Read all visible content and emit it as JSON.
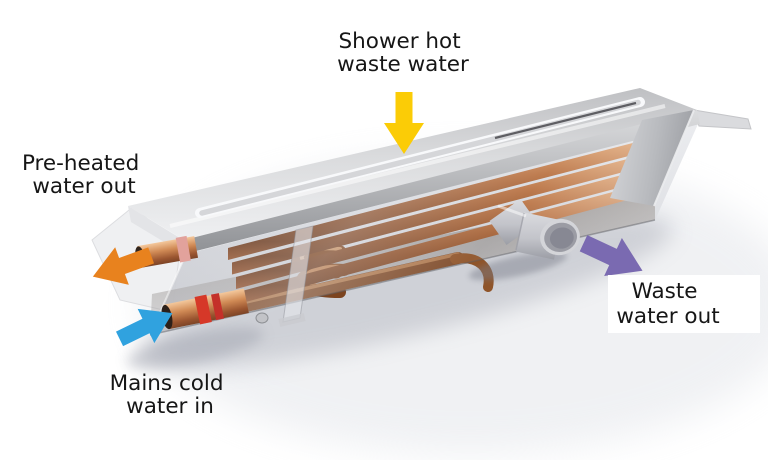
{
  "diagram": {
    "background_color": "#ffffff",
    "labels": {
      "hot_waste": {
        "line1": "Shower hot",
        "line2": "waste water"
      },
      "preheated": {
        "line1": "Pre-heated",
        "line2": "water out"
      },
      "cold_in": {
        "line1": "Mains cold",
        "line2": "water in"
      },
      "waste_out": {
        "line1": "Waste",
        "line2": "water out"
      }
    },
    "arrow_colors": {
      "hot_waste": "#FBCC06",
      "preheated": "#E8821E",
      "cold_in": "#30A2DF",
      "waste_out": "#7A6AB1"
    },
    "materials": {
      "copper_pipe": "#A96136",
      "stainless_lid": "#D9DADC",
      "glass_body": "#CDD0D6",
      "waste_pipe_grey": "#C6C7CD",
      "seal_red": "#D63828",
      "text": "#161616"
    }
  }
}
